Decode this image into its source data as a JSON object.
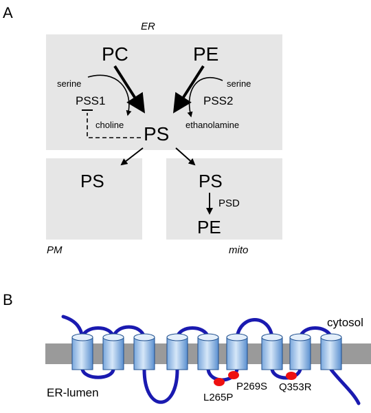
{
  "panel_a": {
    "label": "A",
    "compartments": {
      "er": "ER",
      "pm": "PM",
      "mito": "mito"
    },
    "lipids": {
      "pc": "PC",
      "pe_er": "PE",
      "ps_er": "PS",
      "ps_pm": "PS",
      "ps_mito": "PS",
      "pe_mito": "PE"
    },
    "enzymes": {
      "pss1": "PSS1",
      "pss2": "PSS2",
      "psd": "PSD"
    },
    "substrates": {
      "serine_left": "serine",
      "serine_right": "serine",
      "choline": "choline",
      "ethanolamine": "ethanolamine"
    }
  },
  "panel_b": {
    "label": "B",
    "sides": {
      "cytosol": "cytosol",
      "lumen": "ER-lumen"
    },
    "mutations": [
      "L265P",
      "P269S",
      "Q353R"
    ],
    "colors": {
      "membrane": "#9a9a9a",
      "helix_light": "#cfe3f7",
      "helix_dark": "#5a8fcf",
      "loop": "#1a1ab0",
      "mutation": "#ee1111",
      "compartment_box": "#e6e6e6"
    }
  }
}
